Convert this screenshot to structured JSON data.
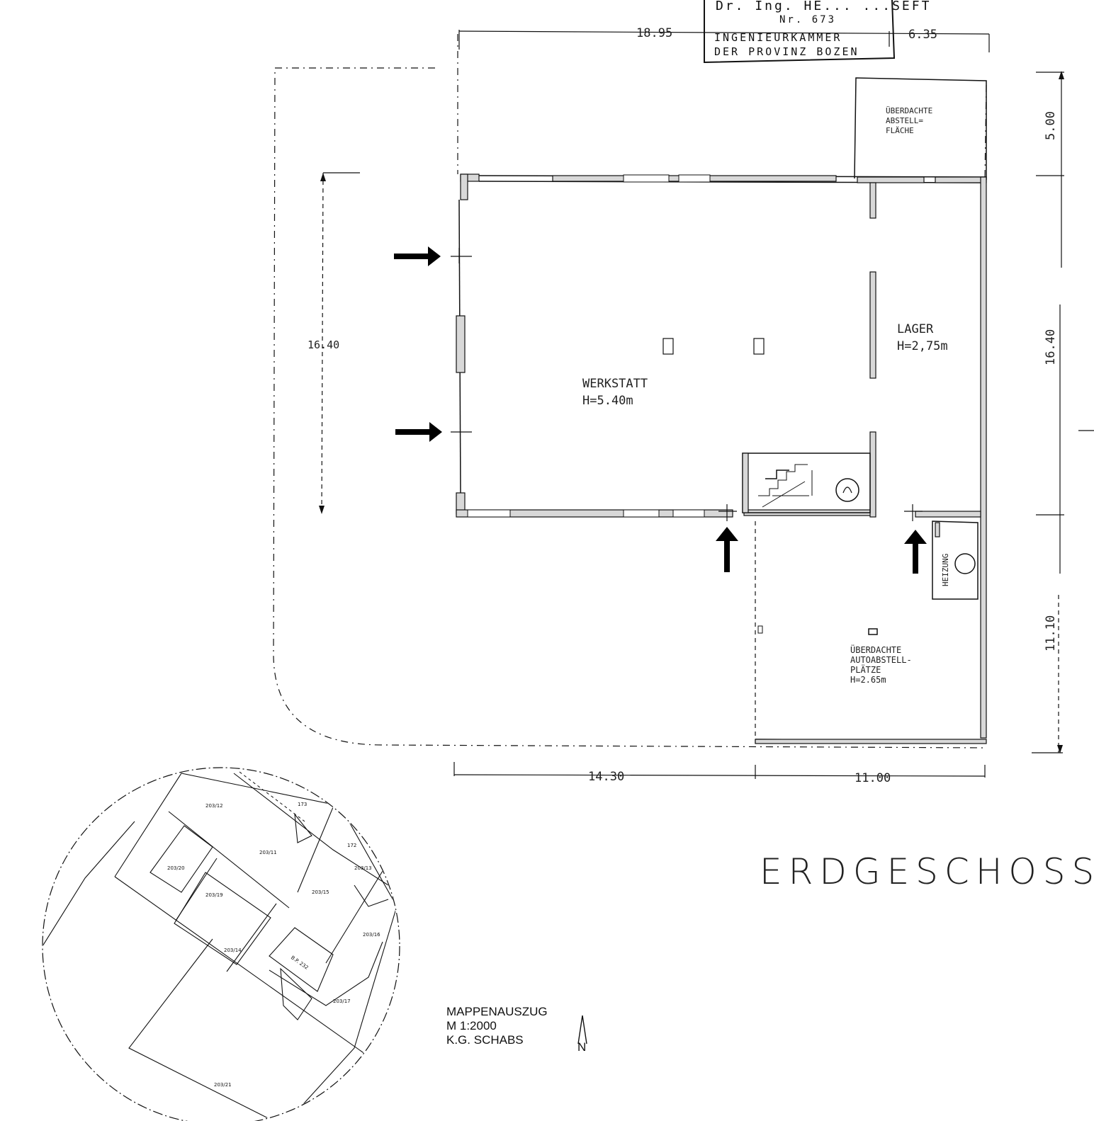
{
  "stamp": {
    "name": "Dr. Ing. HE... ...SEFT",
    "number": "Nr. 673",
    "chamber_line1": "INGENIEURKAMMER",
    "chamber_line2": "DER PROVINZ BOZEN"
  },
  "dimensions": {
    "top_left": "18.95",
    "top_right": "6.35",
    "left": "16.40",
    "right_top": "5.00",
    "right_mid": "16.40",
    "right_bottom": "11.10",
    "bottom_left": "14.30",
    "bottom_right": "11.00"
  },
  "rooms": {
    "storage_top": [
      "ÜBERDACHTE",
      "ABSTELL=",
      "FLÄCHE"
    ],
    "workshop": [
      "WERKSTATT",
      "H=5.40m"
    ],
    "warehouse": [
      "LAGER",
      "H=2,75m"
    ],
    "heating": "HEIZUNG",
    "parking": [
      "ÜBERDACHTE",
      "AUTOABSTELL-",
      "PLÄTZE",
      "H=2.65m"
    ]
  },
  "plan_title": "ERDGESCHOSS",
  "map_legend": {
    "line1": "MAPPENAUSZUG",
    "line2": "M 1:2000",
    "line3": "K.G. SCHABS",
    "north": "N"
  },
  "parcels": [
    "203/12",
    "173",
    "203/11",
    "172",
    "203/20",
    "203/13",
    "203/19",
    "203/15",
    "203/14",
    "203/16",
    "B.P. 232",
    "203/17",
    "203/21"
  ]
}
